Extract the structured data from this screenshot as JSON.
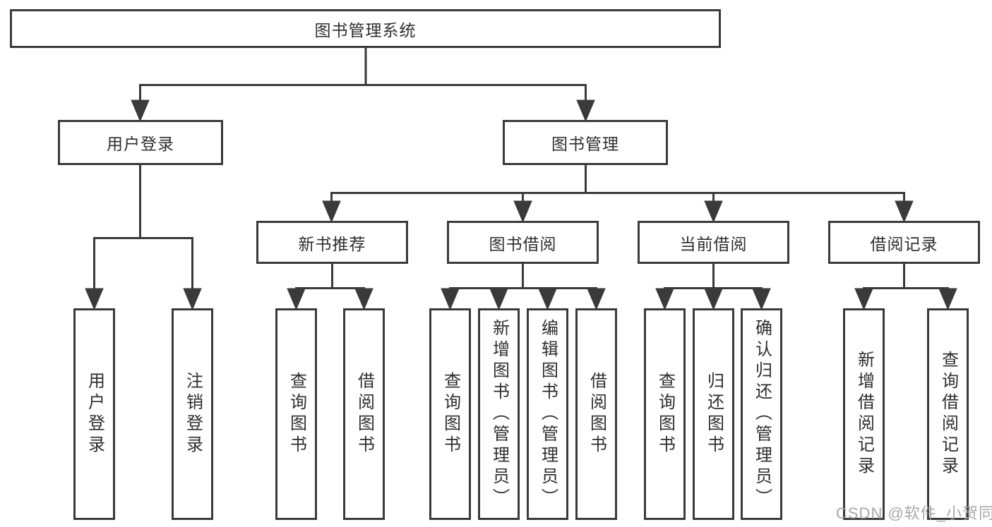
{
  "diagram": {
    "root": "图书管理系统",
    "branches": [
      {
        "label": "用户登录",
        "children": [
          "用户登录",
          "注销登录"
        ]
      },
      {
        "label": "图书管理",
        "subbranches": [
          {
            "label": "新书推荐",
            "children": [
              "查询图书",
              "借阅图书"
            ]
          },
          {
            "label": "图书借阅",
            "children": [
              "查询图书",
              "新增图书（管理员）",
              "编辑图书（管理员）",
              "借阅图书"
            ]
          },
          {
            "label": "当前借阅",
            "children": [
              "查询图书",
              "归还图书",
              "确认归还（管理员）"
            ]
          },
          {
            "label": "借阅记录",
            "children": [
              "新增借阅记录",
              "查询借阅记录"
            ]
          }
        ]
      }
    ]
  },
  "watermark": "CSDN @软件_小贺同学",
  "colors": {
    "line": "#3a3a3a",
    "text": "#2e2e2e",
    "box_fill": "#ffffff",
    "watermark": "#9e9e9e"
  }
}
